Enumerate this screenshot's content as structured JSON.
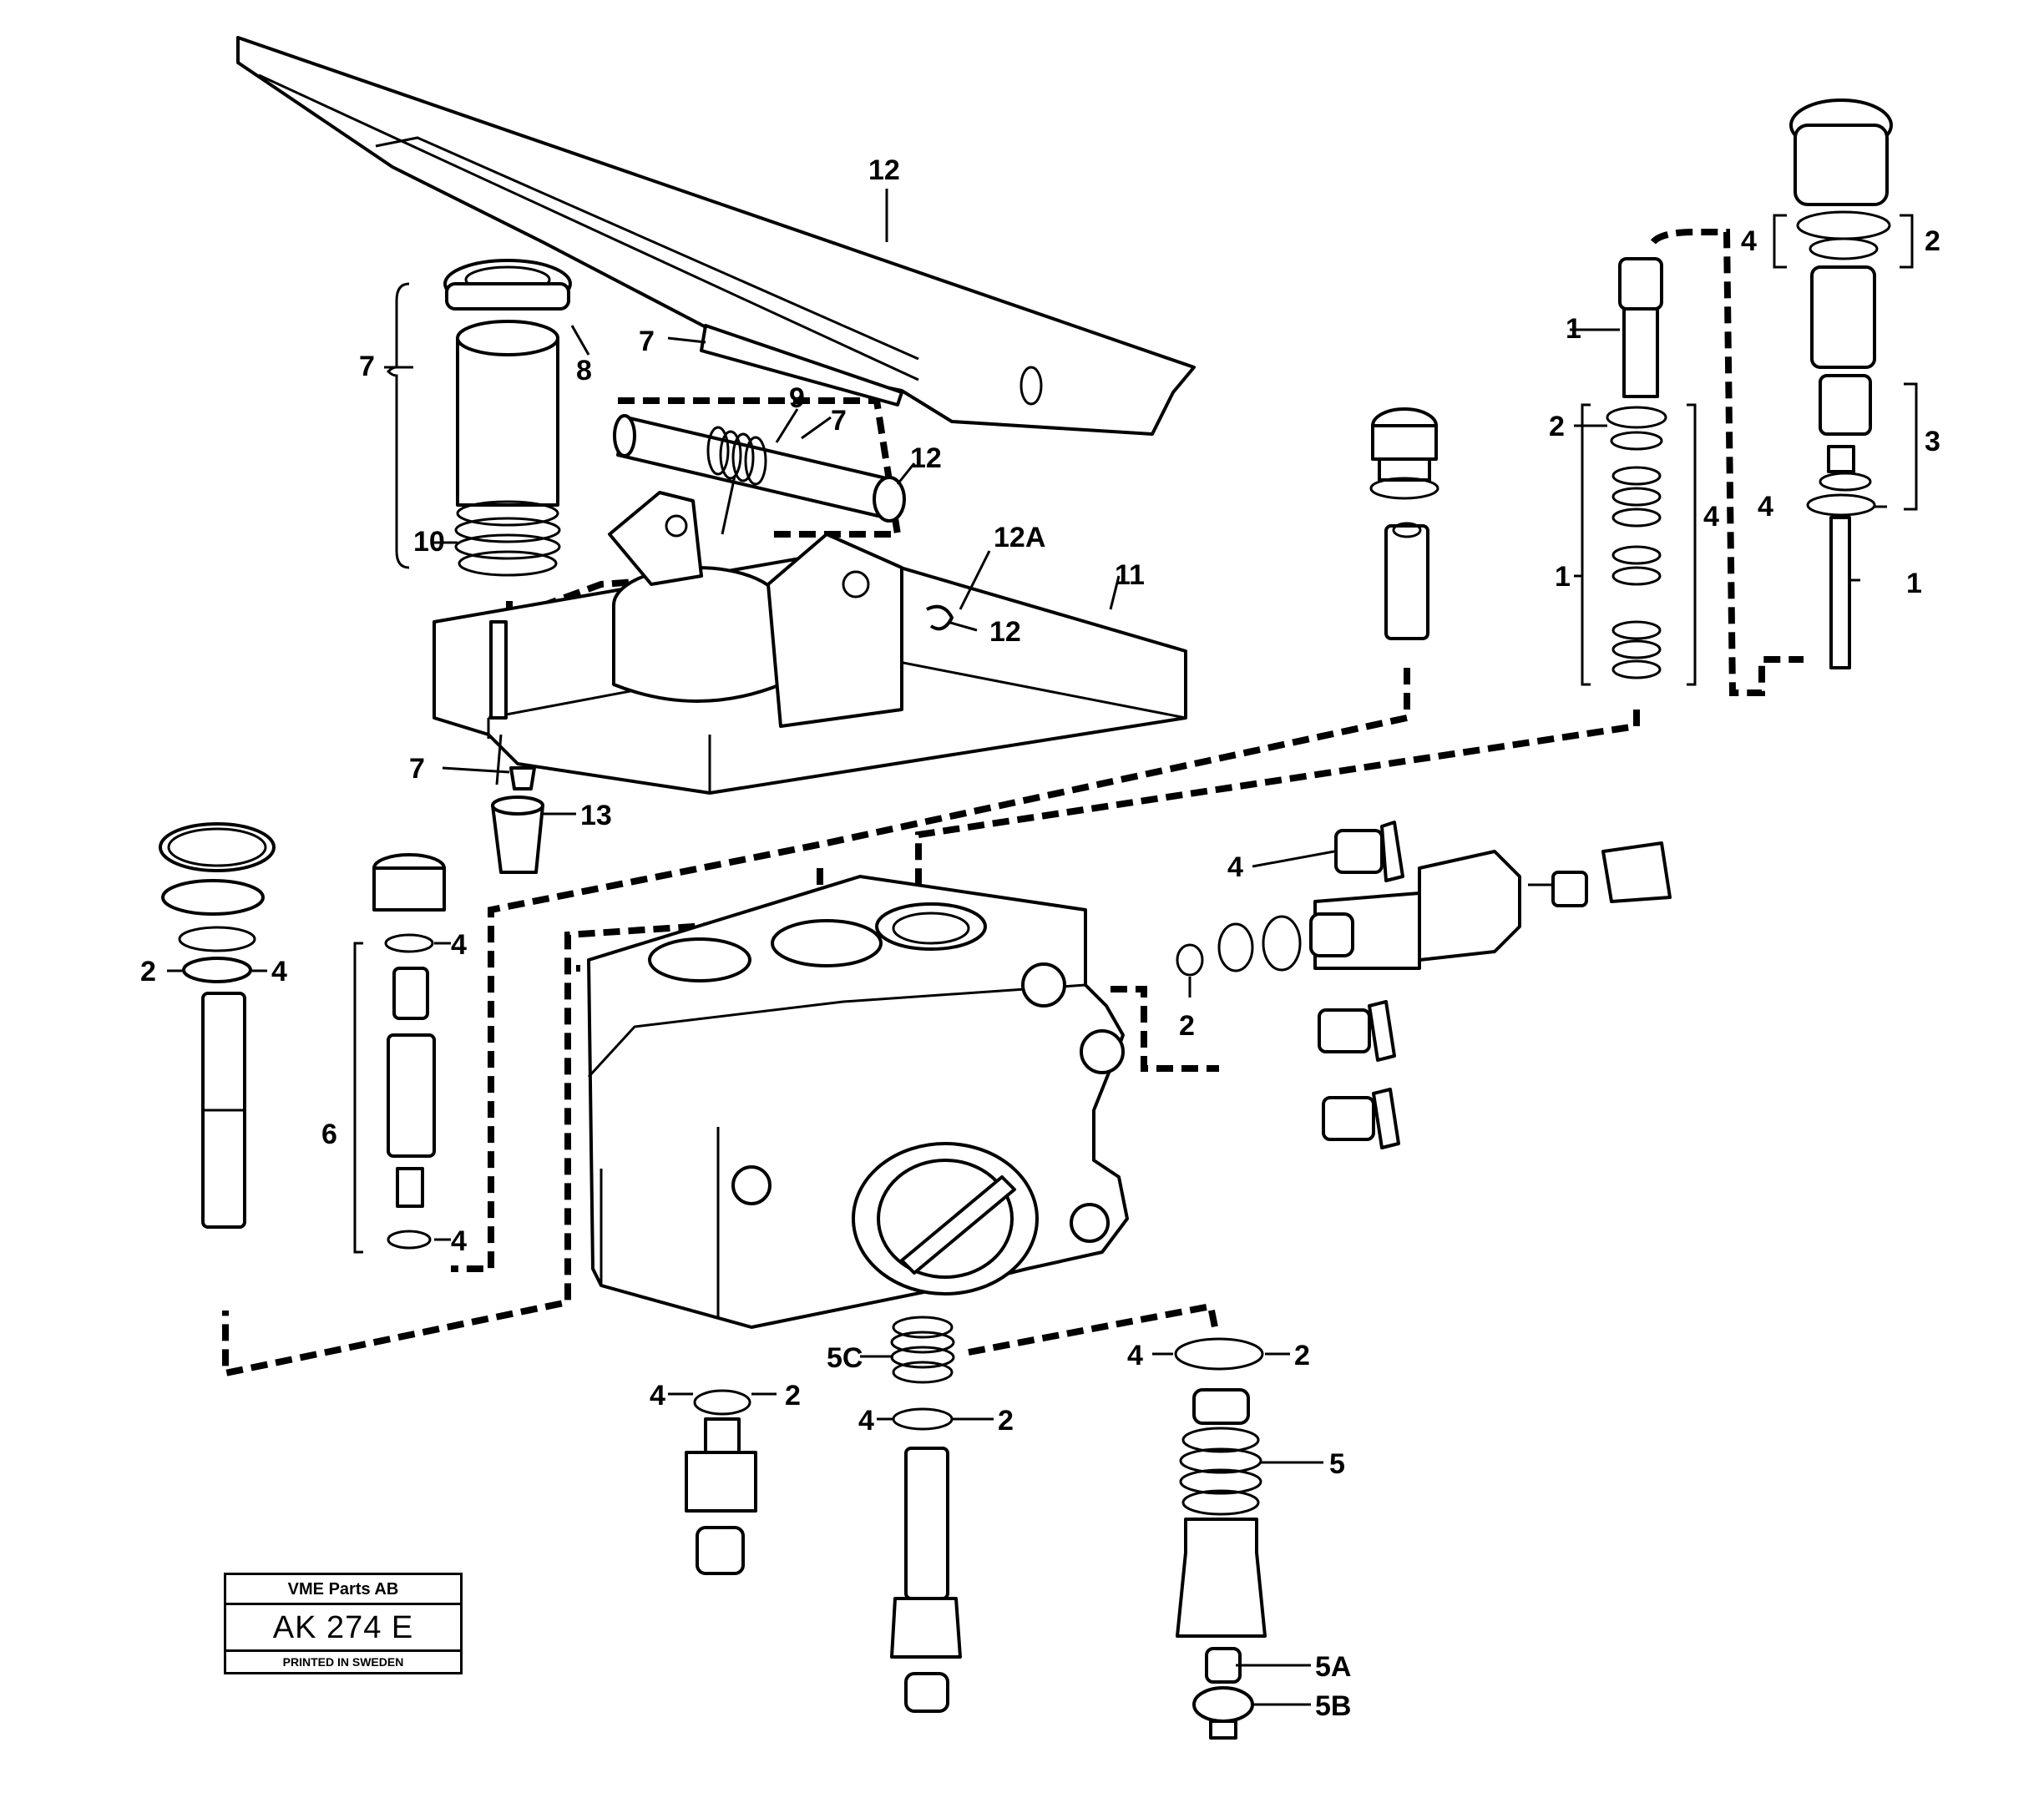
{
  "callouts": {
    "pedal": "12",
    "pedal_bracket": "7",
    "seal_ring": "8",
    "guide_sleeve": "7",
    "group_left": "7",
    "spring_left": "10",
    "pin_9": "9",
    "pin_7": "7",
    "pin_12": "12",
    "clip_12a": "12A",
    "clip_12": "12",
    "base_plate": "11",
    "stud": "7",
    "boot": "13",
    "r1_top": "1",
    "r1_oring2": "2",
    "r1_group4": "4",
    "r1_group1": "1",
    "r2_left4": "4",
    "r2_right2": "2",
    "r2_group3": "3",
    "r2_oring4": "4",
    "r2_pin1": "1",
    "mid_oring4": "4",
    "mid_oring2": "2",
    "ll_oring2": "2",
    "ll_oring4": "4",
    "lm_top4": "4",
    "lm_group6": "6",
    "lm_bot4": "4",
    "b1_4": "4",
    "b1_2": "2",
    "b2_5c": "5C",
    "b2_4": "4",
    "b2_2": "2",
    "b3_4": "4",
    "b3_2": "2",
    "b3_5": "5",
    "b3_5a": "5A",
    "b3_5b": "5B"
  },
  "stamp": {
    "company": "VME Parts AB",
    "code": "AK 274 E",
    "printed": "PRINTED IN SWEDEN"
  }
}
